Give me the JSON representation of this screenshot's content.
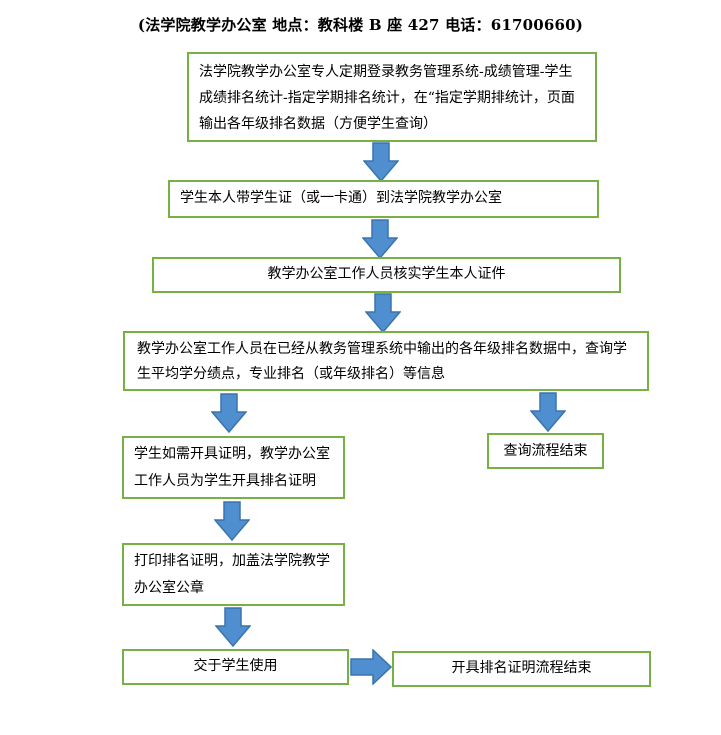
{
  "header": {
    "title": "(法学院教学办公室  地点：教科楼 B 座 427  电话：61700660)"
  },
  "flow": {
    "step1": "法学院教学办公室专人定期登录教务管理系统-成绩管理-学生成绩排名统计-指定学期排名统计，在“指定学期排统计，页面输出各年级排名数据（方便学生查询）",
    "step2": "学生本人带学生证（或一卡通）到法学院教学办公室",
    "step3": "教学办公室工作人员核实学生本人证件",
    "step4": "教学办公室工作人员在已经从教务管理系统中输出的各年级排名数据中，查询学生平均学分绩点，专业排名（或年级排名）等信息",
    "query_end": "查询流程结束",
    "step5": "学生如需开具证明，教学办公室工作人员为学生开具排名证明",
    "step6": "打印排名证明，加盖法学院教学办公室公章",
    "step7": "交于学生使用",
    "cert_end": "开具排名证明流程结束"
  },
  "colors": {
    "box_border": "#77b144",
    "arrow_fill": "#4f8fcf",
    "arrow_stroke": "#3a74ad"
  }
}
